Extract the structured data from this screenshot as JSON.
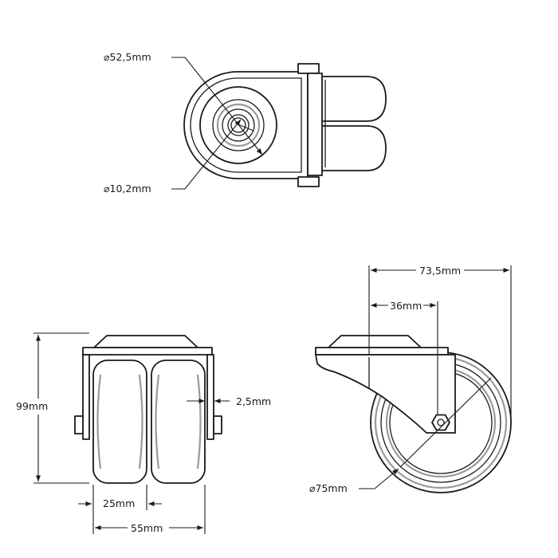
{
  "dimensions": {
    "top_outer_diameter": "⌀52,5mm",
    "top_bore_diameter": "⌀10,2mm",
    "overall_depth": "73,5mm",
    "offset": "36mm",
    "height": "99mm",
    "gap": "2,5mm",
    "wheel_width": "25mm",
    "overall_width": "55mm",
    "wheel_diameter": "⌀75mm"
  },
  "colors": {
    "line": "#1a1a1a",
    "tread": "#9a9a9a",
    "background": "#ffffff"
  }
}
